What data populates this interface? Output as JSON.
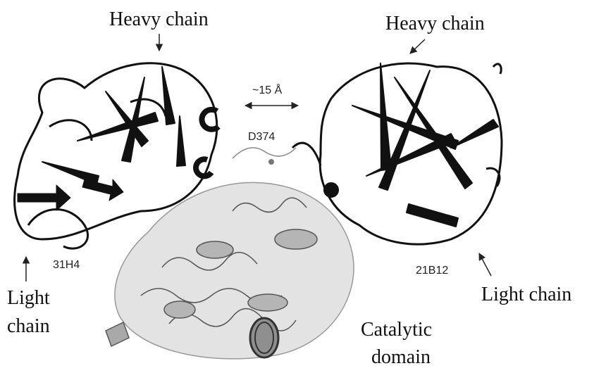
{
  "labels": {
    "heavy_chain_left": "Heavy chain",
    "heavy_chain_right": "Heavy chain",
    "distance": "~15 Å",
    "residue": "D374",
    "antibody_left": "31H4",
    "antibody_right": "21B12",
    "light_chain_left_line1": "Light",
    "light_chain_left_line2": "chain",
    "light_chain_right": "Light chain",
    "catalytic_line1": "Catalytic",
    "catalytic_line2": "domain"
  },
  "colors": {
    "antibody_ribbon": "#111111",
    "catalytic_ribbon": "#bdbdbd"
  }
}
